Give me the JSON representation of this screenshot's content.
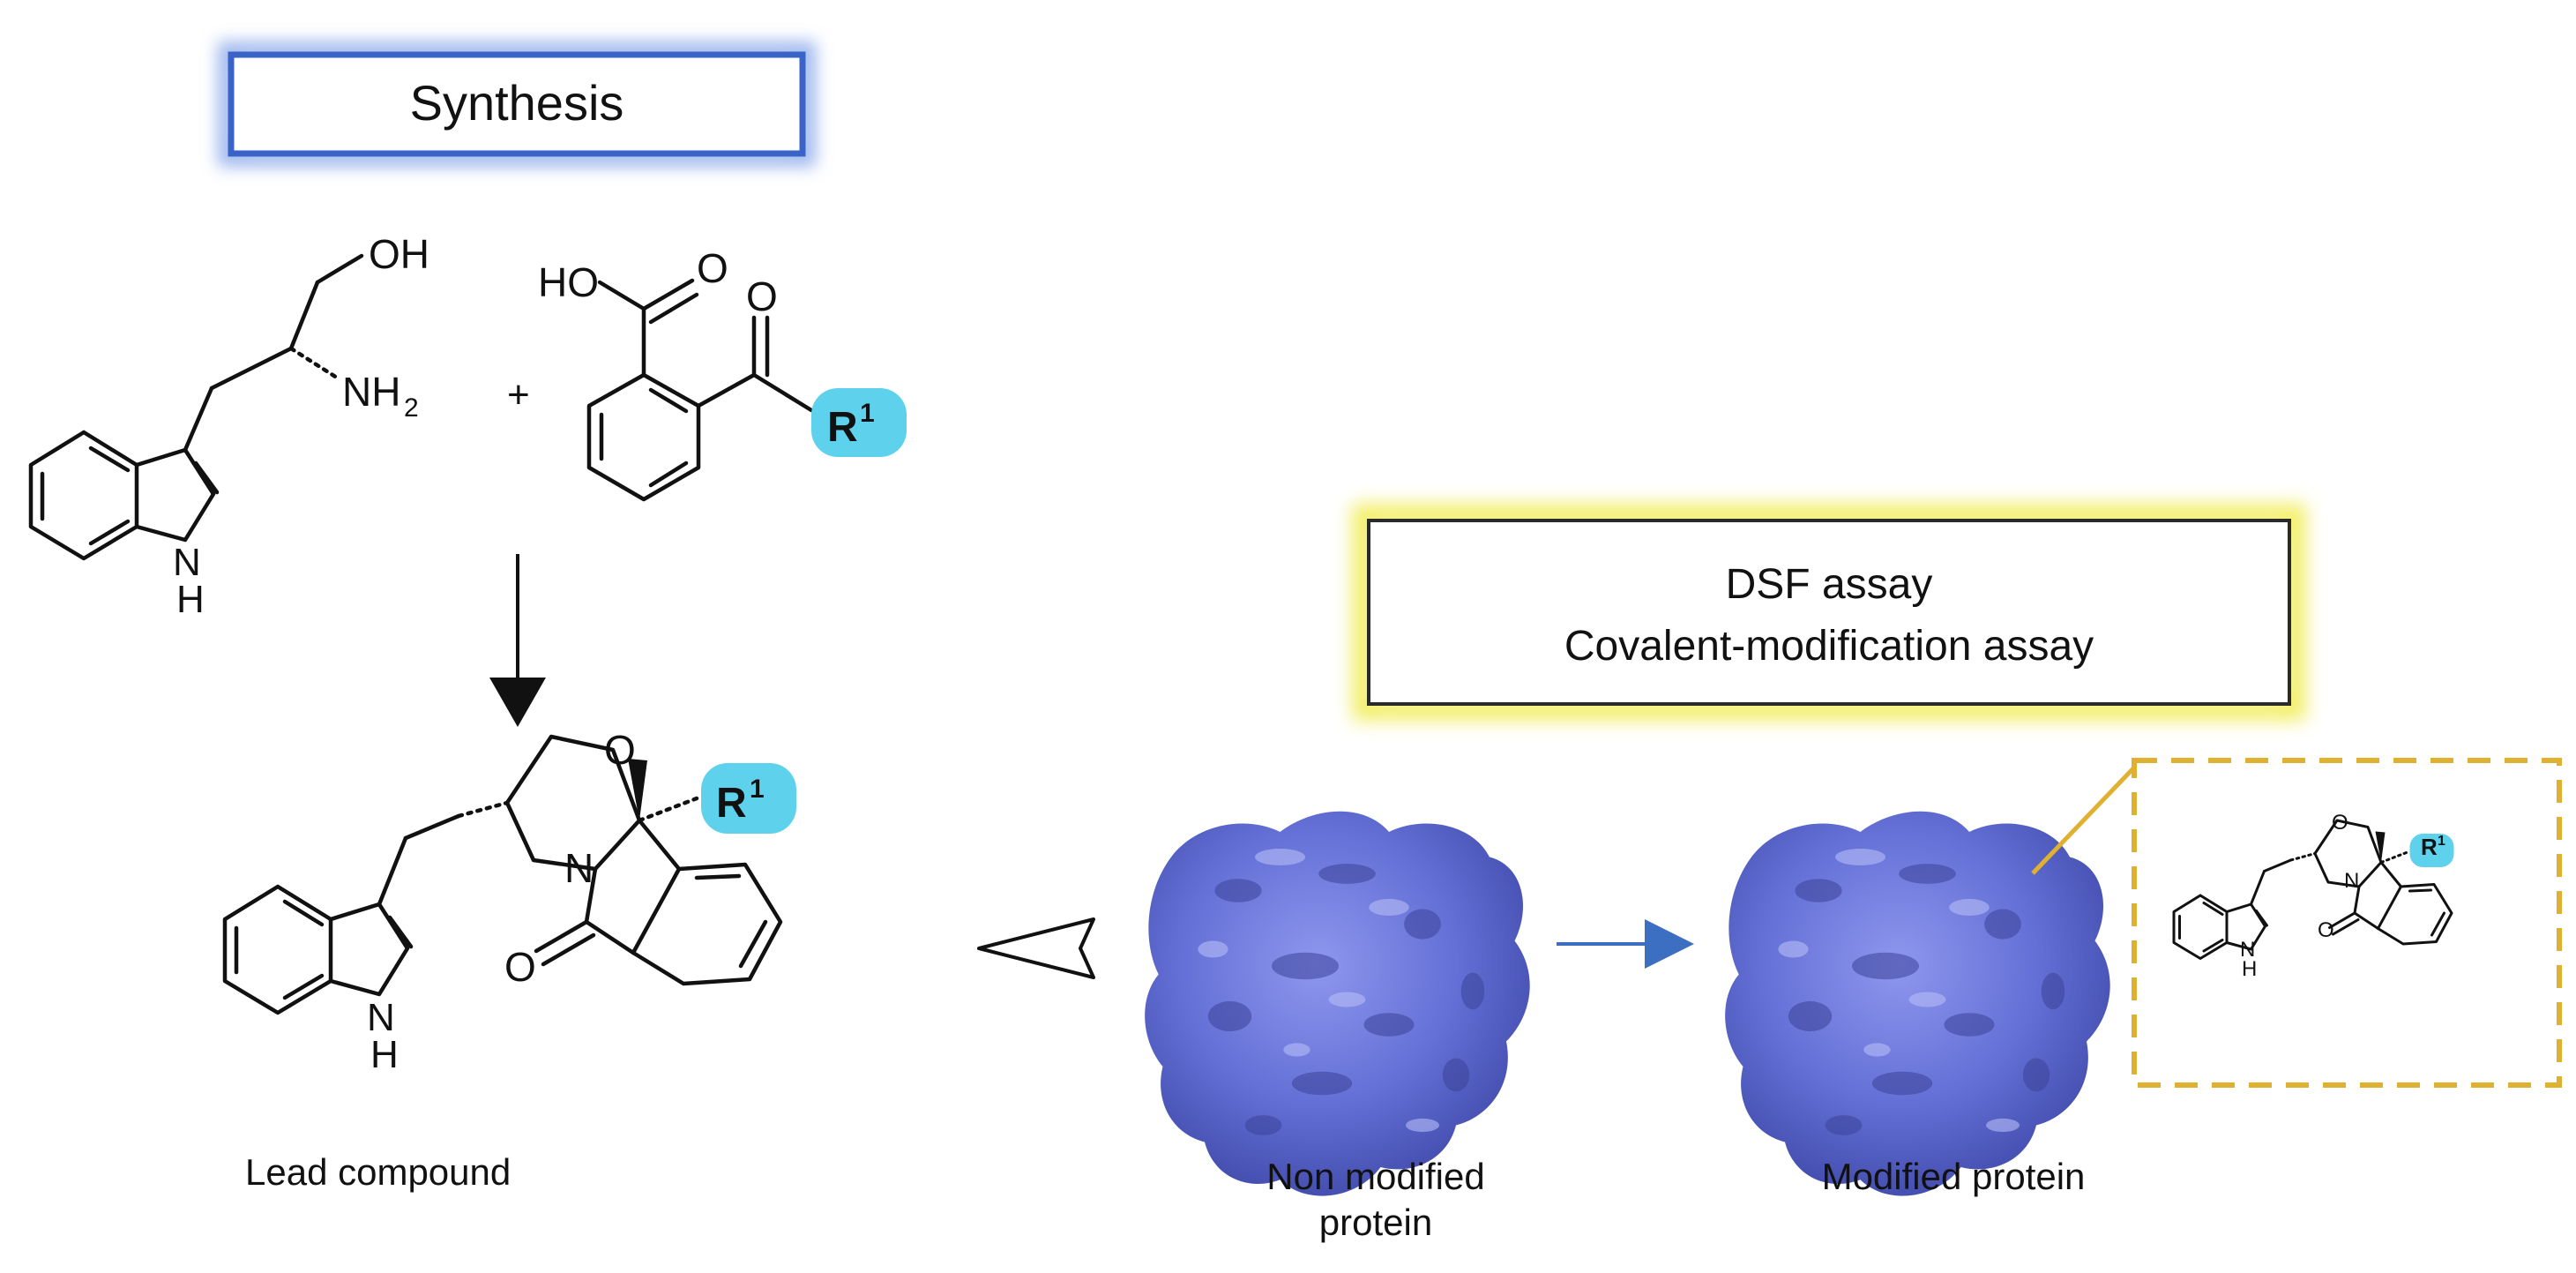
{
  "synthesis_box": {
    "title": "Synthesis",
    "border_color": "#3a63c8",
    "glow_color": "#9fb8ee"
  },
  "assay_box": {
    "line1": "DSF assay",
    "line2": "Covalent-modification  assay",
    "border_color": "#2a2a2a",
    "glow_color": "#f3ef6a"
  },
  "reactant_1": {
    "hydroxyl": "OH",
    "amine": "NH",
    "amine_sub": "2",
    "indole_nh_n": "N",
    "indole_nh_h": "H"
  },
  "reactant_2": {
    "acid": "HO",
    "acid_o": "O",
    "ketone_o": "O",
    "r_group": "R",
    "r_sup": "1",
    "r_color": "#5ed2ec"
  },
  "plus_sign": "+",
  "lead": {
    "ring_o": "O",
    "ring_n": "N",
    "lactam_o": "O",
    "indole_n": "N",
    "indole_h": "H",
    "r_group": "R",
    "r_sup": "1",
    "caption": "Lead compound"
  },
  "proteins": {
    "unmodified_caption_1": "Non  modified",
    "unmodified_caption_2": "protein",
    "modified_caption": "Modified  protein",
    "protein_color": "#6470d6"
  },
  "inset": {
    "border_color": "#e0b030",
    "o": "O",
    "n": "N",
    "lactam_o": "O",
    "nh_n": "N",
    "nh_h": "H",
    "r_group": "R",
    "r_sup": "1"
  },
  "arrow_color": "#3c6fc2"
}
